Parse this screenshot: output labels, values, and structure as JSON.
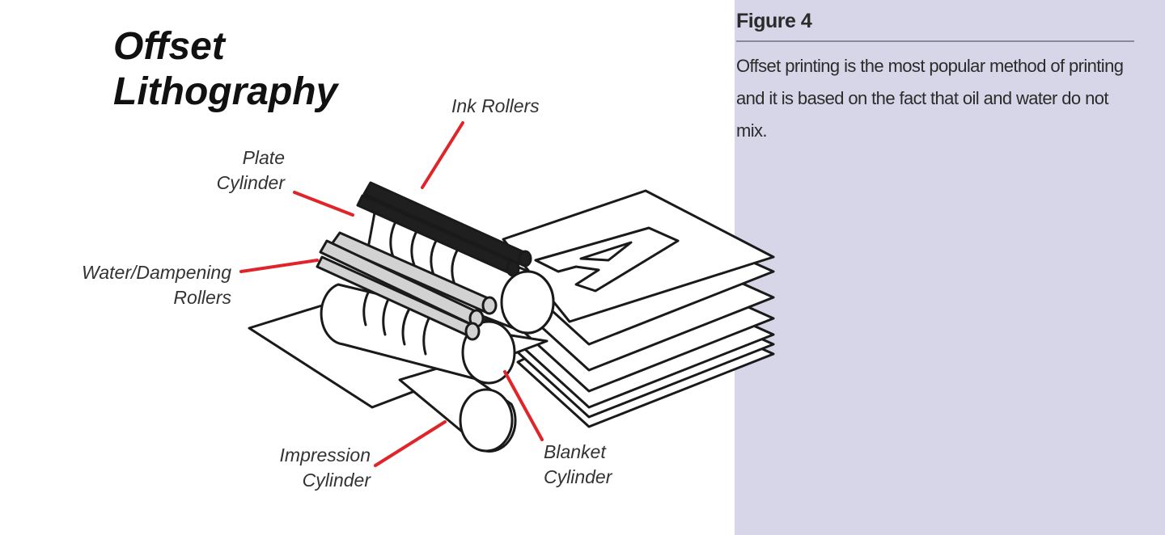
{
  "diagram": {
    "title_line1": "Offset",
    "title_line2": "Lithography",
    "labels": {
      "ink_rollers": "Ink Rollers",
      "plate_cylinder_line1": "Plate",
      "plate_cylinder_line2": "Cylinder",
      "water_rollers_line1": "Water/Dampening",
      "water_rollers_line2": "Rollers",
      "impression_cylinder_line1": "Impression",
      "impression_cylinder_line2": "Cylinder",
      "blanket_cylinder_line1": "Blanket",
      "blanket_cylinder_line2": "Cylinder"
    },
    "colors": {
      "leader": "#e0252a",
      "ink_roller": "#1a1a1a",
      "water_roller": "#d2d2d2",
      "outline": "#1a1a1a",
      "panel": "#d6d6e8"
    }
  },
  "figure": {
    "heading": "Figure 4",
    "caption": "Offset printing is the most popular method of printing and it is based on the fact that oil and water do not mix."
  }
}
